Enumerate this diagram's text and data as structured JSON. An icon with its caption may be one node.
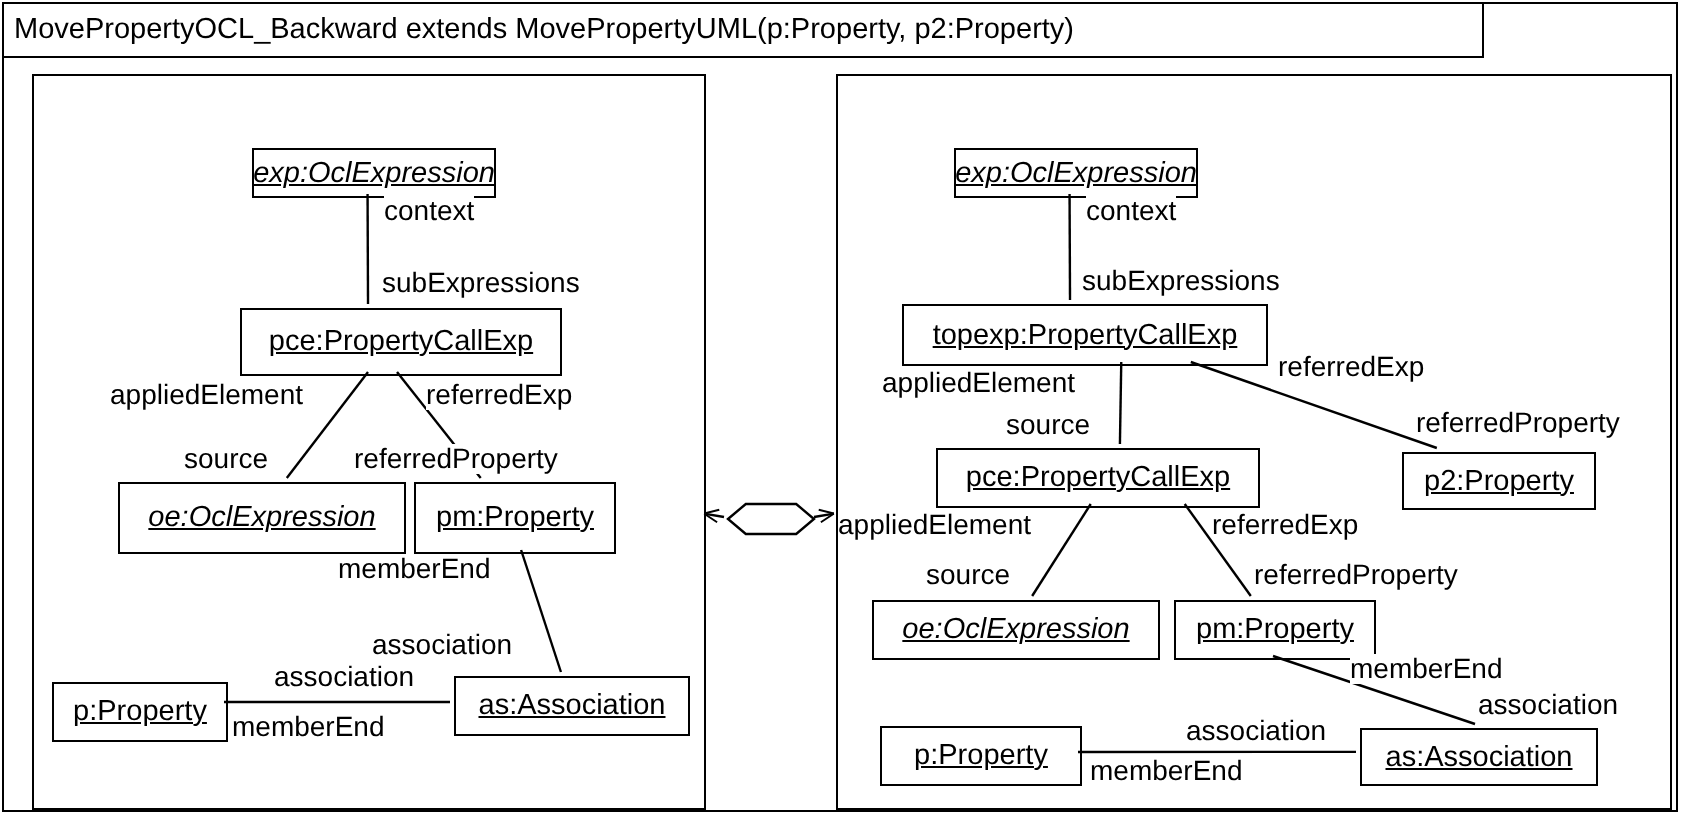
{
  "diagram": {
    "nodes": [
      {
        "text": [
          "MovePropertyOCL_Backward extends MovePropertyUML(p:Property, p2:Property)"
        ]
      },
      {
        "text": [],
        "shape": "box",
        "in": 0
      },
      {
        "text": [],
        "shape": "box",
        "in": 0
      },
      {
        "text": [
          "exp:OclExpression"
        ],
        "in": 1
      },
      {
        "text": [
          "pce:PropertyCallExp"
        ],
        "in": 1
      },
      {
        "text": [
          "oe:OclExpression"
        ],
        "in": 1
      },
      {
        "text": [
          "pm:Property"
        ],
        "in": 1
      },
      {
        "text": [
          "p:Property"
        ],
        "in": 1
      },
      {
        "text": [
          "as:Association"
        ],
        "in": 1
      },
      {
        "text": [
          "exp:OclExpression"
        ],
        "in": 2
      },
      {
        "text": [
          "topexp:PropertyCallExp"
        ],
        "in": 2
      },
      {
        "text": [
          "pce:PropertyCallExp"
        ],
        "in": 2
      },
      {
        "text": [
          "p2:Property"
        ],
        "in": 2
      },
      {
        "text": [
          "oe:OclExpression"
        ],
        "in": 2
      },
      {
        "text": [
          "pm:Property"
        ],
        "in": 2
      },
      {
        "text": [
          "p:Property"
        ],
        "in": 2
      },
      {
        "text": [
          "as:Association"
        ],
        "in": 2
      },
      {
        "text": [],
        "shape": "hexagon",
        "in": 0
      }
    ],
    "edges": [
      {
        "from": 3,
        "to": 4,
        "arrow": "none"
      },
      {
        "from": 4,
        "to": 5,
        "arrow": "none"
      },
      {
        "from": 4,
        "to": 6,
        "arrow": "none"
      },
      {
        "from": 6,
        "to": 8,
        "arrow": "none"
      },
      {
        "from": 7,
        "to": 8,
        "arrow": "none"
      },
      {
        "from": 9,
        "to": 10,
        "arrow": "none"
      },
      {
        "from": 10,
        "to": 11,
        "arrow": "none"
      },
      {
        "from": 10,
        "to": 12,
        "arrow": "none"
      },
      {
        "from": 11,
        "to": 13,
        "arrow": "none"
      },
      {
        "from": 11,
        "to": 14,
        "arrow": "none"
      },
      {
        "from": 14,
        "to": 16,
        "arrow": "none"
      },
      {
        "from": 15,
        "to": 16,
        "arrow": "none"
      },
      {
        "from": 17,
        "to": 1,
        "arrow": "to"
      },
      {
        "from": 17,
        "to": 2,
        "arrow": "to"
      }
    ],
    "labels": [
      "context",
      "subExpressions",
      "appliedElement",
      "referredExp",
      "source",
      "referredProperty",
      "memberEnd",
      "association",
      "association",
      "memberEnd",
      "context",
      "subExpressions",
      "appliedElement",
      "referredExp",
      "source",
      "referredProperty",
      "appliedElement",
      "referredExp",
      "source",
      "referredProperty",
      "memberEnd",
      "association",
      "association",
      "memberEnd"
    ]
  }
}
